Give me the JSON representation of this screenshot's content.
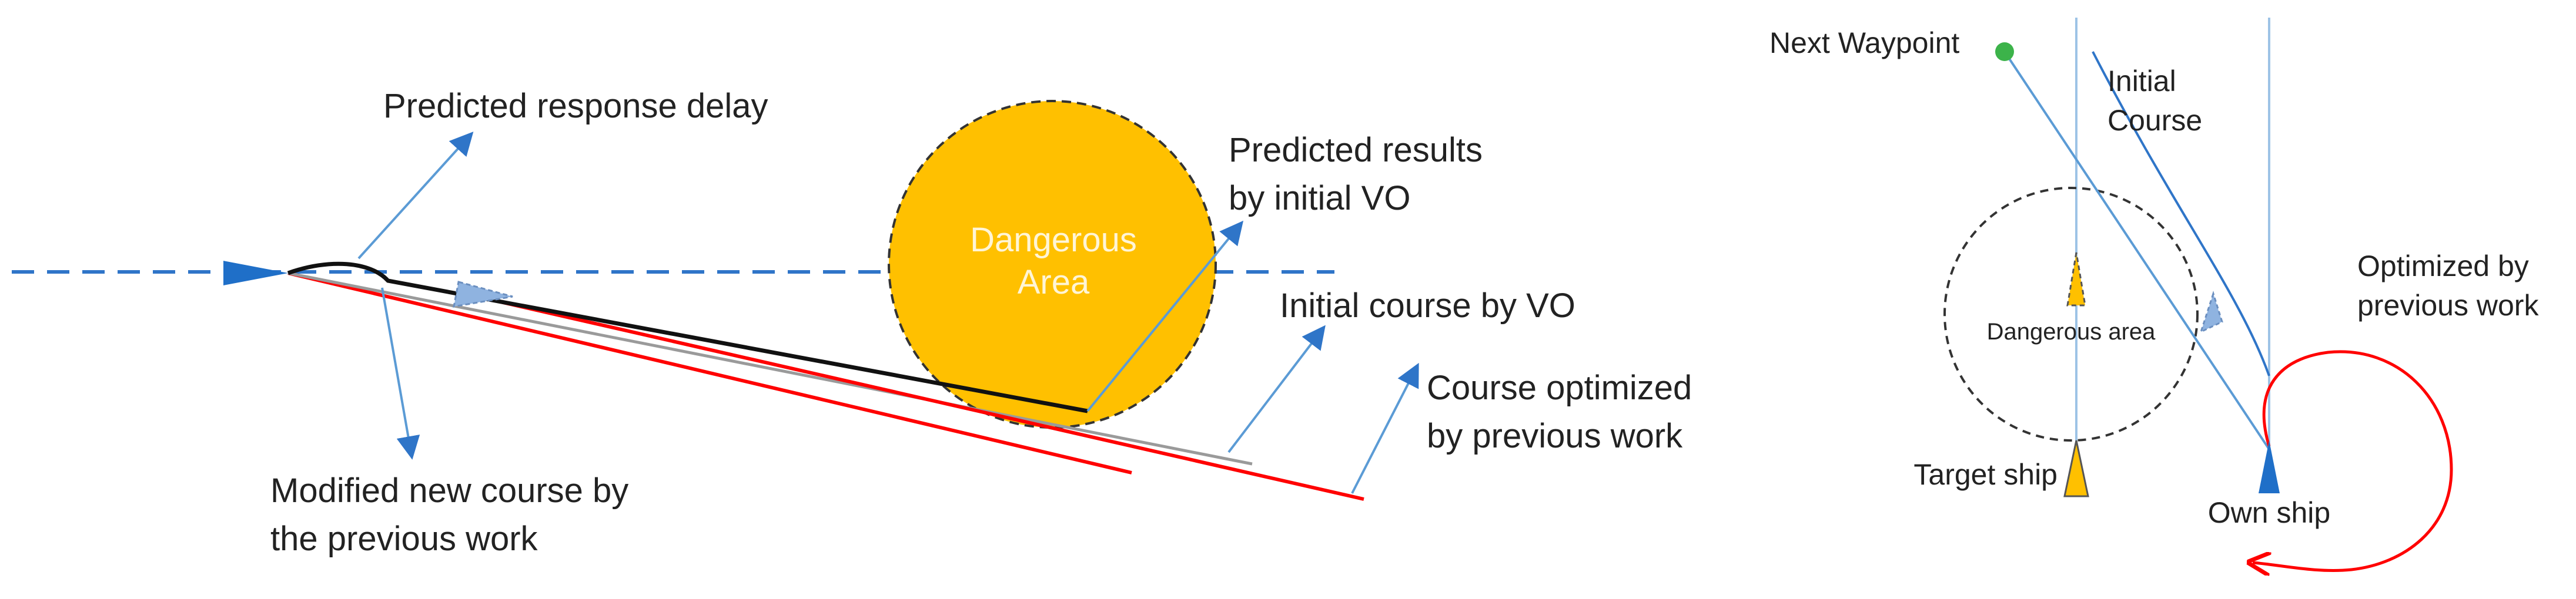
{
  "left_panel": {
    "predicted_delay": "Predicted response delay",
    "predicted_results_l1": "Predicted results",
    "predicted_results_l2": "by initial VO",
    "area_l1": "Dangerous",
    "area_l2": "Area",
    "initial_course": "Initial course by VO",
    "optimized_l1": "Course optimized",
    "optimized_l2": "by previous work",
    "modified_l1": "Modified new course by",
    "modified_l2": "the previous work"
  },
  "right_panel": {
    "next_waypoint": "Next Waypoint",
    "initial_course_l1": "Initial",
    "initial_course_l2": "Course",
    "optimized_l1": "Optimized by",
    "optimized_l2": "previous work",
    "dangerous_area": "Dangerous area",
    "target_ship": "Target ship",
    "own_ship": "Own ship"
  },
  "colors": {
    "danger_fill": "#ffc000",
    "course_red": "#ff0000",
    "ship_blue": "#1f6fc8",
    "guide_blue": "#5b9bd5",
    "waypoint_green": "#3cb34a"
  }
}
